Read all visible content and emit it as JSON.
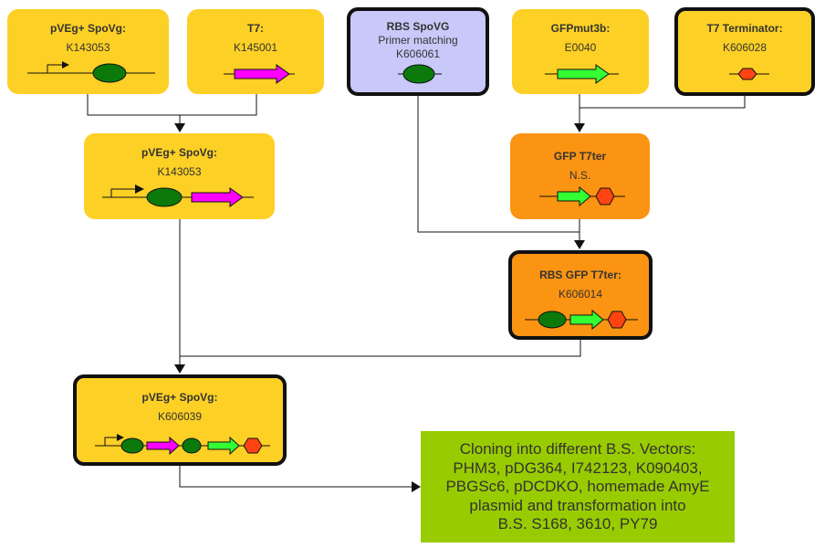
{
  "parts": {
    "pveg_spovg_top": {
      "title": "pVEg+ SpoVg:",
      "id": "K143053"
    },
    "t7": {
      "title": "T7:",
      "id": "K145001"
    },
    "rbs_spovg": {
      "line1": "RBS SpoVG",
      "line2": "Primer matching",
      "id": "K606061"
    },
    "gfpmut3b": {
      "title": "GFPmut3b:",
      "id": "E0040"
    },
    "t7_terminator": {
      "title": "T7 Terminator:",
      "id": "K606028"
    },
    "pveg_spovg_mid": {
      "title": "pVEg+ SpoVg:",
      "id": "K143053"
    },
    "gfp_t7ter": {
      "title": "GFP T7ter",
      "id": "N.S."
    },
    "rbs_gfp_t7ter": {
      "title": "RBS GFP T7ter:",
      "id": "K606014"
    },
    "pveg_spovg_final": {
      "title": "pVEg+ SpoVg:",
      "id": "K606039"
    }
  },
  "note": {
    "line1": "Cloning into different B.S. Vectors:",
    "line2": "PHM3, pDG364, I742123, K090403,",
    "line3": "PBGSc6, pDCDKO, homemade AmyE",
    "line4": "plasmid and transformation into",
    "line5": "B.S. S168, 3610, PY79"
  },
  "colors": {
    "yellow_box": "#fdd025",
    "orange_box": "#fb9412",
    "lavender_box": "#c8c9f9",
    "note_box": "#99cc00",
    "rbs_green": "#0b7a0b",
    "cds_magenta": "#ff00ff",
    "cds_green": "#33ff33",
    "terminator_red": "#ff4411"
  },
  "icons": [
    "promoter-icon",
    "rbs-icon",
    "cds-arrow-icon",
    "terminator-icon"
  ]
}
